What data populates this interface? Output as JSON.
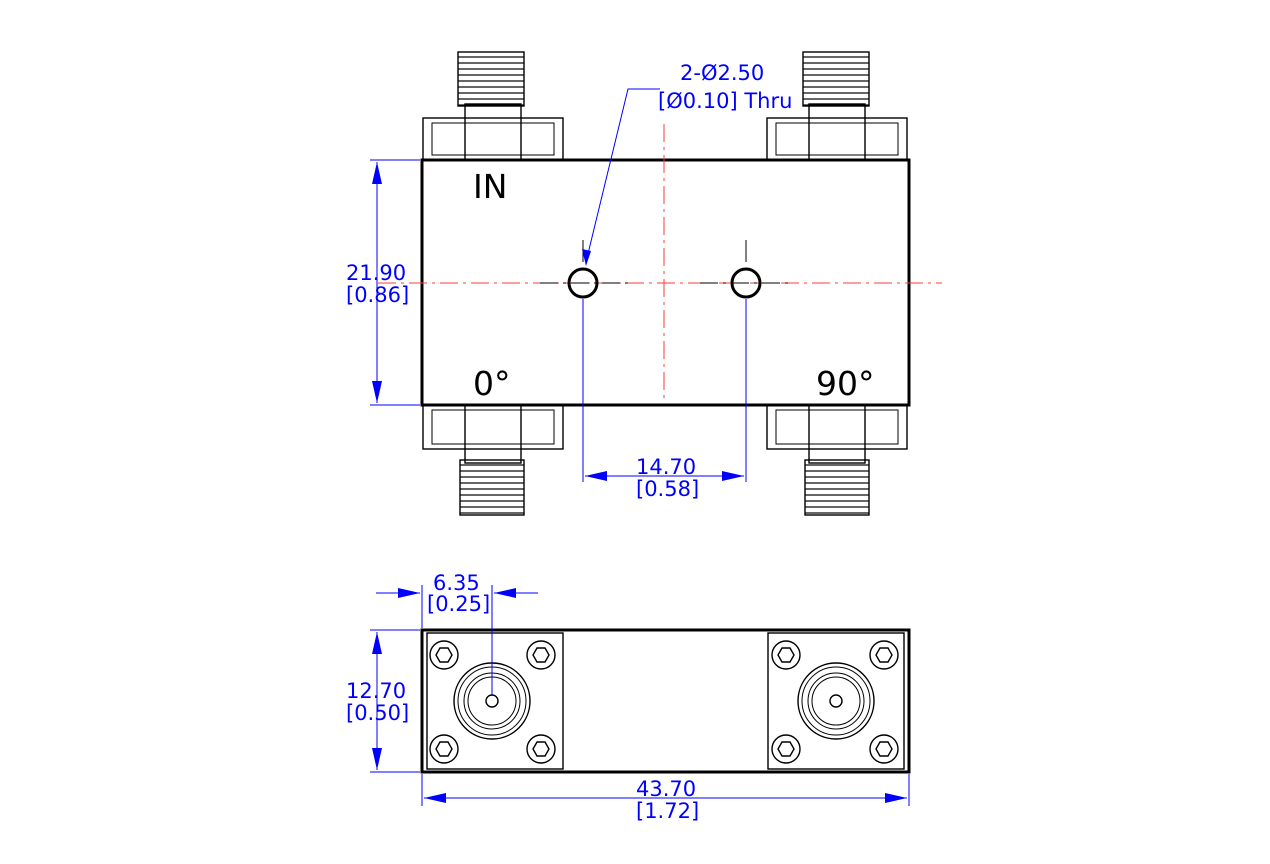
{
  "top_view": {
    "labels": {
      "input": "IN",
      "output_a": "0°",
      "output_b": "90°"
    },
    "hole_note": {
      "line1": "2-Ø2.50",
      "line2": "[Ø0.10] Thru"
    },
    "height_dim": {
      "mm": "21.90",
      "in": "[0.86]"
    },
    "hole_spacing_dim": {
      "mm": "14.70",
      "in": "[0.58]"
    }
  },
  "side_view": {
    "connector_offset_dim": {
      "mm": "6.35",
      "in": "[0.25]"
    },
    "height_dim": {
      "mm": "12.70",
      "in": "[0.50]"
    },
    "width_dim": {
      "mm": "43.70",
      "in": "[1.72]"
    }
  },
  "colors": {
    "outline": "#000000",
    "dimension": "#0000ff",
    "centerline": "#ff3b3b"
  }
}
